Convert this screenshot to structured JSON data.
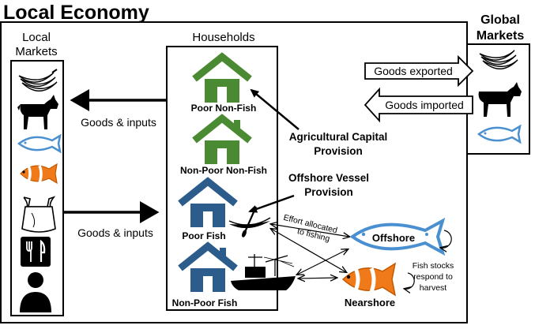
{
  "title": "Local Economy",
  "local_markets": {
    "line1": "Local",
    "line2": "Markets"
  },
  "households": {
    "header": "Households",
    "items": [
      {
        "label": "Poor Non-Fish",
        "color": "#4a8a32"
      },
      {
        "label": "Non-Poor Non-Fish",
        "color": "#4a8a32"
      },
      {
        "label": "Poor Fish",
        "color": "#2c5c8c"
      },
      {
        "label": "Non-Poor Fish",
        "color": "#2c5c8c"
      }
    ]
  },
  "global_markets": {
    "line1": "Global",
    "line2": "Markets"
  },
  "flows": {
    "goods_inputs_top": "Goods & inputs",
    "goods_inputs_bottom": "Goods & inputs",
    "goods_exported": "Goods exported",
    "goods_imported": "Goods imported"
  },
  "provisions": {
    "agri_line1": "Agricultural Capital",
    "agri_line2": "Provision",
    "vessel_line1": "Offshore Vessel",
    "vessel_line2": "Provision"
  },
  "effort": {
    "line1": "Effort allocated",
    "line2": "to fishing"
  },
  "fish": {
    "offshore": "Offshore",
    "nearshore": "Nearshore",
    "stocks_line1": "Fish stocks",
    "stocks_line2": "respond to",
    "stocks_line3": "harvest"
  },
  "colors": {
    "green_house": "#4a8a32",
    "blue_house": "#2c5c8c",
    "fish_blue": "#4a90d0",
    "fish_orange": "#f07a1a"
  },
  "icons": [
    "banana-icon",
    "goat-icon",
    "fish-icon",
    "clownfish-icon",
    "plastic-bag-icon",
    "restaurant-icon",
    "person-icon",
    "canoe-icon",
    "fishing-boat-icon"
  ]
}
